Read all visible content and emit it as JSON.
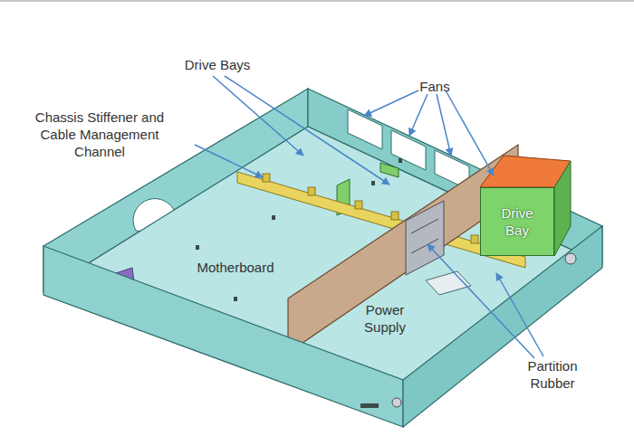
{
  "diagram": {
    "nodes": [
      {
        "text": [
          "Drive Bay"
        ]
      }
    ],
    "labels": [
      "Drive Bays",
      "Fans",
      "Chassis Stiffener and Cable Management Channel",
      "Motherboard",
      "Power Supply",
      "Partition Rubber"
    ]
  }
}
